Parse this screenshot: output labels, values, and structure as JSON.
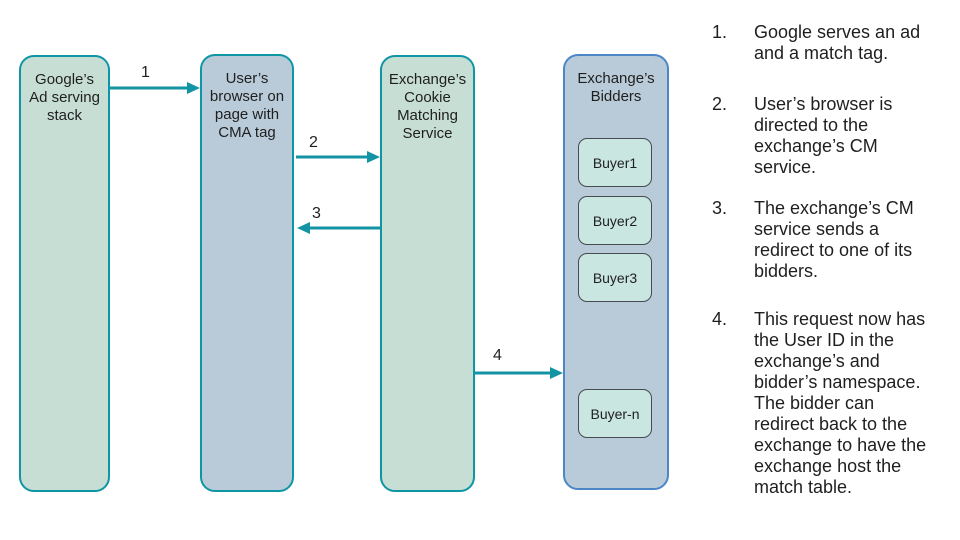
{
  "colors": {
    "node_green_fill": "#C7DED5",
    "node_blue_fill": "#B9CBD8",
    "teal_border": "#0F96A4",
    "blue_border": "#4C86C6",
    "buyer_fill": "#C9E6E0",
    "buyer_border": "#454B4F",
    "arrow": "#1394A5",
    "text": "#1F1F1F"
  },
  "diagram": {
    "nodes": [
      {
        "id": "google-ad-stack",
        "label": "Google’s\nAd serving\nstack"
      },
      {
        "id": "user-browser",
        "label": "User’s\nbrowser on\npage with\nCMA tag"
      },
      {
        "id": "exchange-cm-service",
        "label": "Exchange’s\nCookie\nMatching\nService"
      },
      {
        "id": "exchange-bidders",
        "label": "Exchange’s\nBidders"
      }
    ],
    "bidders": [
      "Buyer1",
      "Buyer2",
      "Buyer3",
      "Buyer-n"
    ],
    "arrows": [
      {
        "label": "1",
        "from": "google-ad-stack",
        "to": "user-browser",
        "direction": "right"
      },
      {
        "label": "2",
        "from": "user-browser",
        "to": "exchange-cm-service",
        "direction": "right"
      },
      {
        "label": "3",
        "from": "exchange-cm-service",
        "to": "user-browser",
        "direction": "left"
      },
      {
        "label": "4",
        "from": "exchange-cm-service",
        "to": "exchange-bidders",
        "direction": "right"
      }
    ]
  },
  "steps": {
    "items": [
      {
        "number": "1.",
        "text": "Google serves an ad\nand a match tag."
      },
      {
        "number": "2.",
        "text": "User’s browser is\ndirected to the\nexchange’s CM\nservice."
      },
      {
        "number": "3.",
        "text": "The exchange’s CM\nservice sends a\nredirect to one of its\nbidders."
      },
      {
        "number": "4.",
        "text": "This request now has\nthe User ID in the\nexchange’s and\nbidder’s namespace.\nThe bidder can\nredirect back to the\nexchange to have the\nexchange host the\nmatch table."
      }
    ]
  }
}
